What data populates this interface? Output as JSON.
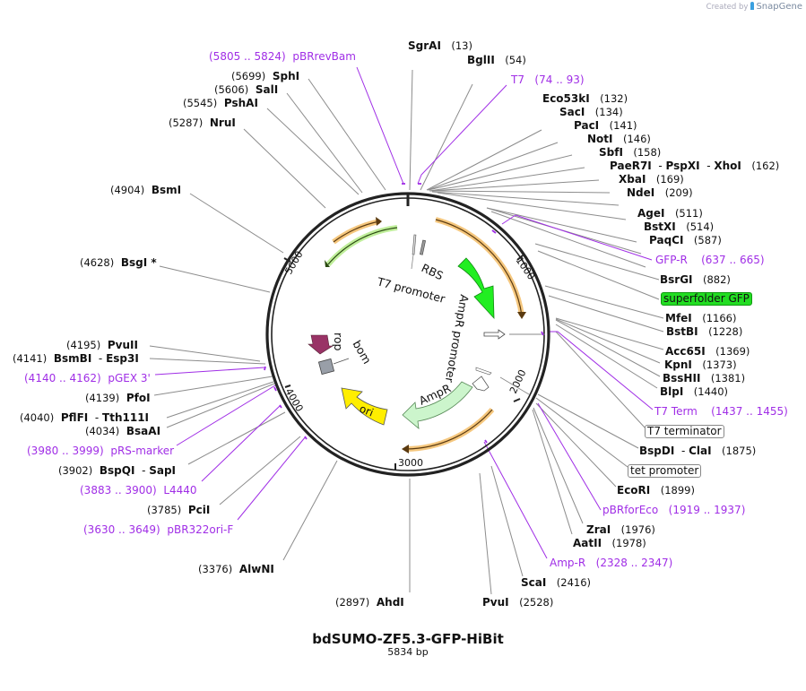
{
  "credit": {
    "prefix": "Created by",
    "brand": "SnapGene"
  },
  "plasmid": {
    "name": "bdSUMO-ZF5.3-GFP-HiBit",
    "length_label": "5834 bp",
    "length": 5834
  },
  "colors": {
    "primer": "#a02ee6",
    "site_line": "#888888",
    "backbone": "#222222",
    "gfp": "#22dd22",
    "ampr": "#ccf5cc",
    "ori": "#ffee00",
    "rop": "#993366",
    "bom": "#999999",
    "orange_glow": "#f5c77e"
  },
  "ticks": [
    {
      "label": "1000",
      "pos": 1000
    },
    {
      "label": "2000",
      "pos": 2000
    },
    {
      "label": "3000",
      "pos": 3000
    },
    {
      "label": "4000",
      "pos": 4000
    },
    {
      "label": "5000",
      "pos": 5000
    }
  ],
  "sites": [
    {
      "name": "SgrAI",
      "pos": "(13)"
    },
    {
      "name": "BglII",
      "pos": "(54)"
    },
    {
      "name": "Eco53kI",
      "pos": "(132)"
    },
    {
      "name": "SacI",
      "pos": "(134)"
    },
    {
      "name": "PacI",
      "pos": "(141)"
    },
    {
      "name": "NotI",
      "pos": "(146)"
    },
    {
      "name": "SbfI",
      "pos": "(158)"
    },
    {
      "name": "PaeR7I",
      "name2": "PspXI",
      "name3": "XhoI",
      "pos": "(162)"
    },
    {
      "name": "XbaI",
      "pos": "(169)"
    },
    {
      "name": "NdeI",
      "pos": "(209)"
    },
    {
      "name": "AgeI",
      "pos": "(511)"
    },
    {
      "name": "BstXI",
      "pos": "(514)"
    },
    {
      "name": "PaqCI",
      "pos": "(587)"
    },
    {
      "name": "BsrGI",
      "pos": "(882)"
    },
    {
      "name": "MfeI",
      "pos": "(1166)"
    },
    {
      "name": "BstBI",
      "pos": "(1228)"
    },
    {
      "name": "Acc65I",
      "pos": "(1369)"
    },
    {
      "name": "KpnI",
      "pos": "(1373)"
    },
    {
      "name": "BssHII",
      "pos": "(1381)"
    },
    {
      "name": "BlpI",
      "pos": "(1440)"
    },
    {
      "name": "BspDI",
      "name2": "ClaI",
      "pos": "(1875)"
    },
    {
      "name": "EcoRI",
      "pos": "(1899)"
    },
    {
      "name": "ZraI",
      "pos": "(1976)"
    },
    {
      "name": "AatII",
      "pos": "(1978)"
    },
    {
      "name": "ScaI",
      "pos": "(2416)"
    },
    {
      "name": "PvuI",
      "pos": "(2528)"
    },
    {
      "name": "AhdI",
      "pos": "(2897)"
    },
    {
      "name": "AlwNI",
      "pos": "(3376)"
    },
    {
      "name": "PciI",
      "pos": "(3785)"
    },
    {
      "name": "BspQI",
      "name2": "SapI",
      "pos": "(3902)"
    },
    {
      "name": "BsaAI",
      "pos": "(4034)"
    },
    {
      "name": "PflFI",
      "name2": "Tth111I",
      "pos": "(4040)"
    },
    {
      "name": "PfoI",
      "pos": "(4139)"
    },
    {
      "name": "BsmBI",
      "name2": "Esp3I",
      "pos": "(4141)"
    },
    {
      "name": "PvuII",
      "pos": "(4195)"
    },
    {
      "name": "BsgI *",
      "pos": "(4628)"
    },
    {
      "name": "BsmI",
      "pos": "(4904)"
    },
    {
      "name": "NruI",
      "pos": "(5287)"
    },
    {
      "name": "PshAI",
      "pos": "(5545)"
    },
    {
      "name": "SalI",
      "pos": "(5606)"
    },
    {
      "name": "SphI",
      "pos": "(5699)"
    }
  ],
  "primers": [
    {
      "name": "pBRrevBam",
      "range": "(5805 .. 5824)"
    },
    {
      "name": "T7",
      "range": "(74 .. 93)"
    },
    {
      "name": "GFP-R",
      "range": "(637 .. 665)"
    },
    {
      "name": "T7 Term",
      "range": "(1437 .. 1455)"
    },
    {
      "name": "pBRforEco",
      "range": "(1919 .. 1937)"
    },
    {
      "name": "Amp-R",
      "range": "(2328 .. 2347)"
    },
    {
      "name": "pBR322ori-F",
      "range": "(3630 .. 3649)"
    },
    {
      "name": "L4440",
      "range": "(3883 .. 3900)"
    },
    {
      "name": "pRS-marker",
      "range": "(3980 .. 3999)"
    },
    {
      "name": "pGEX 3'",
      "range": "(4140 .. 4162)"
    }
  ],
  "boxed_features": [
    {
      "name": "superfolder GFP",
      "style": "green"
    },
    {
      "name": "T7 terminator",
      "style": "plain"
    },
    {
      "name": "tet promoter",
      "style": "plain"
    }
  ],
  "inner_features": [
    {
      "name": "RBS"
    },
    {
      "name": "T7 promoter"
    },
    {
      "name": "AmpR promoter"
    },
    {
      "name": "AmpR"
    },
    {
      "name": "ori"
    },
    {
      "name": "rop"
    },
    {
      "name": "bom"
    }
  ]
}
